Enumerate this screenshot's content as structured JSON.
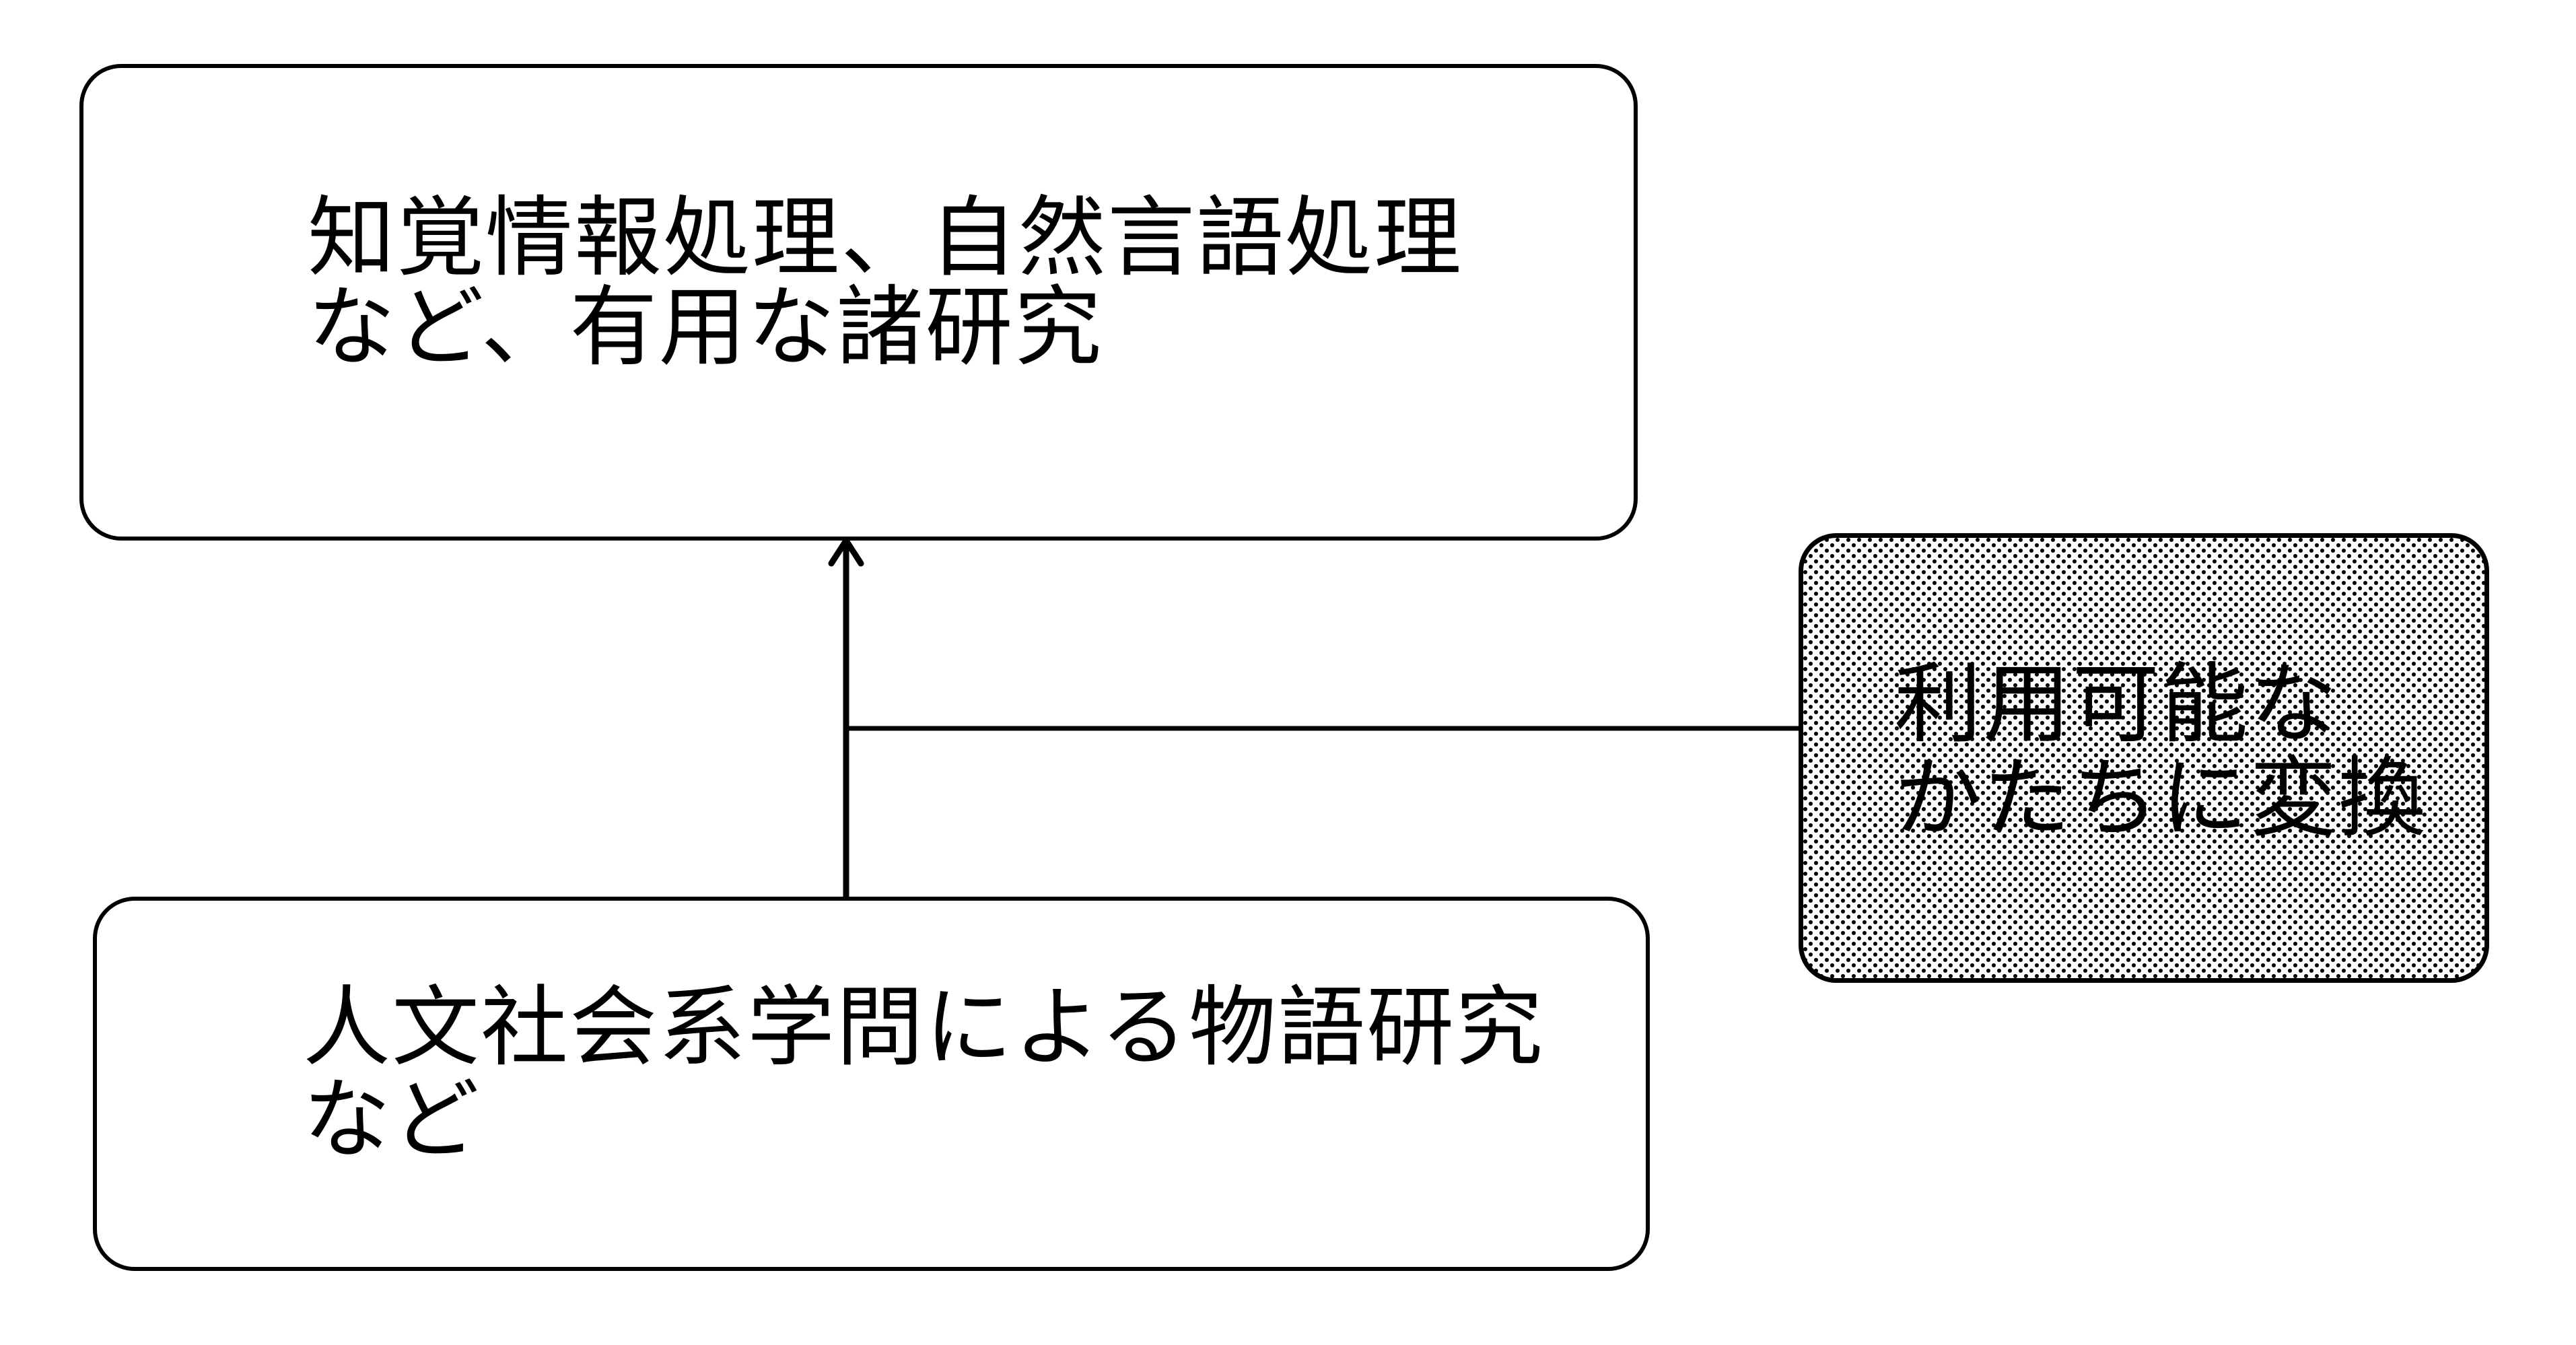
{
  "page": {
    "background_color": "#ffffff",
    "ink_color": "#000000"
  },
  "boxes": {
    "useful_research": {
      "line1": "知覚情報処理、自然言語処理",
      "line2": "など、有用な諸研究",
      "fill": "white"
    },
    "narrative_research": {
      "line1": "人文社会系学問による物語研究",
      "line2": "など",
      "fill": "white"
    },
    "conversion": {
      "line1": "利用可能な",
      "line2": "かたちに変換",
      "fill": "halftone-dots"
    }
  },
  "connectors": {
    "arrow": {
      "from": "narrative_research",
      "to": "useful_research",
      "direction": "up"
    },
    "tee_line": {
      "from": "conversion",
      "joins": "arrow"
    }
  }
}
